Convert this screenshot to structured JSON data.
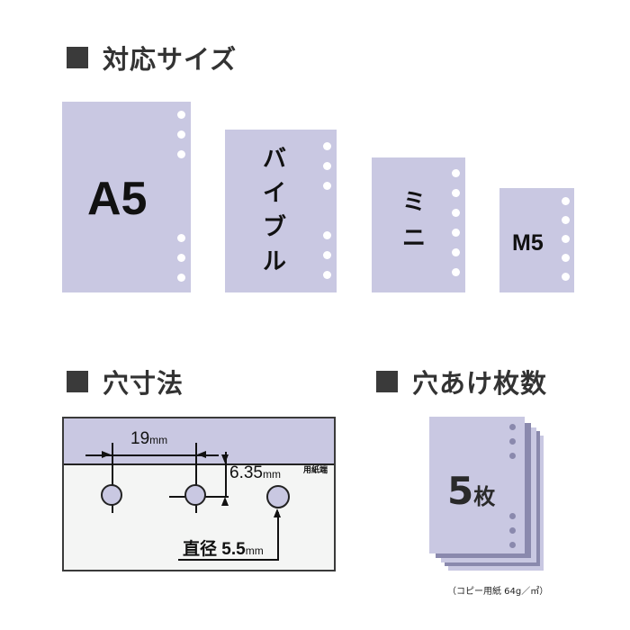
{
  "sections": {
    "sizes": {
      "title": "対応サイズ",
      "items": [
        {
          "name": "A5",
          "label": "A5"
        },
        {
          "name": "bible",
          "label": "バイブル",
          "chars": [
            "バ",
            "イ",
            "ブ",
            "ル"
          ]
        },
        {
          "name": "mini",
          "label": "ミニ",
          "chars": [
            "ミ",
            "ニ"
          ]
        },
        {
          "name": "m5",
          "label": "M5"
        }
      ]
    },
    "dimensions": {
      "title": "穴寸法",
      "pitch_value": "19",
      "pitch_unit": "mm",
      "edge_value": "6.35",
      "edge_unit": "mm",
      "edge_label": "用紙端",
      "diameter_prefix": "直径 5.5",
      "diameter_unit": "mm"
    },
    "punch_capacity": {
      "title": "穴あけ枚数",
      "count": "5",
      "count_suffix": "枚",
      "note": "（コピー用紙 64g／㎡）"
    }
  },
  "colors": {
    "paper": "#c9c8e2",
    "sheet_dark": "#8a89ad",
    "heading": "#333333"
  }
}
